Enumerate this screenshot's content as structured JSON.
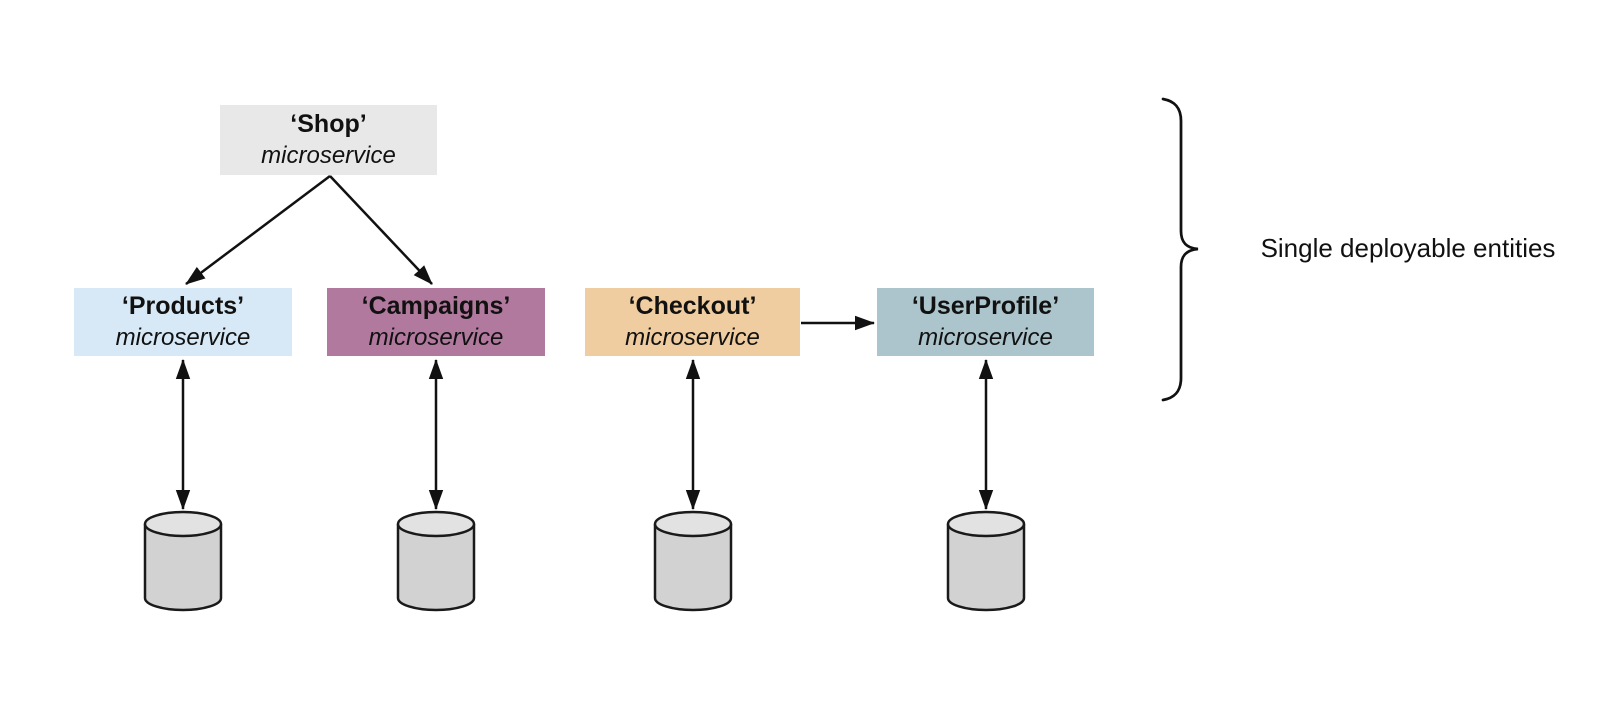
{
  "diagram": {
    "nodes": [
      {
        "id": "shop",
        "title": "‘Shop’",
        "subtitle": "microservice",
        "color": "#e8e8e8"
      },
      {
        "id": "products",
        "title": "‘Products’",
        "subtitle": "microservice",
        "color": "#d7e9f6"
      },
      {
        "id": "campaigns",
        "title": "‘Campaigns’",
        "subtitle": "microservice",
        "color": "#b1799d"
      },
      {
        "id": "checkout",
        "title": "‘Checkout’",
        "subtitle": "microservice",
        "color": "#f0cda0"
      },
      {
        "id": "userprofile",
        "title": "‘UserProfile’",
        "subtitle": "microservice",
        "color": "#acc4cb"
      }
    ],
    "databases": [
      {
        "for": "products",
        "icon": "database-cylinder-icon"
      },
      {
        "for": "campaigns",
        "icon": "database-cylinder-icon"
      },
      {
        "for": "checkout",
        "icon": "database-cylinder-icon"
      },
      {
        "for": "userprofile",
        "icon": "database-cylinder-icon"
      }
    ],
    "edges": [
      {
        "from": "shop",
        "to": "products",
        "type": "arrow"
      },
      {
        "from": "shop",
        "to": "campaigns",
        "type": "arrow"
      },
      {
        "from": "checkout",
        "to": "userprofile",
        "type": "arrow"
      },
      {
        "from": "products",
        "to": "products-database",
        "type": "double-arrow"
      },
      {
        "from": "campaigns",
        "to": "campaigns-database",
        "type": "double-arrow"
      },
      {
        "from": "checkout",
        "to": "checkout-database",
        "type": "double-arrow"
      },
      {
        "from": "userprofile",
        "to": "userprofile-database",
        "type": "double-arrow"
      }
    ],
    "annotation": {
      "label": "Single deployable entities",
      "bracket": "right-curly-brace"
    },
    "colors": {
      "arrow": "#111111",
      "db_body": "#d2d2d2",
      "db_top": "#e2e2e2",
      "db_stroke": "#1a1a1a"
    }
  }
}
